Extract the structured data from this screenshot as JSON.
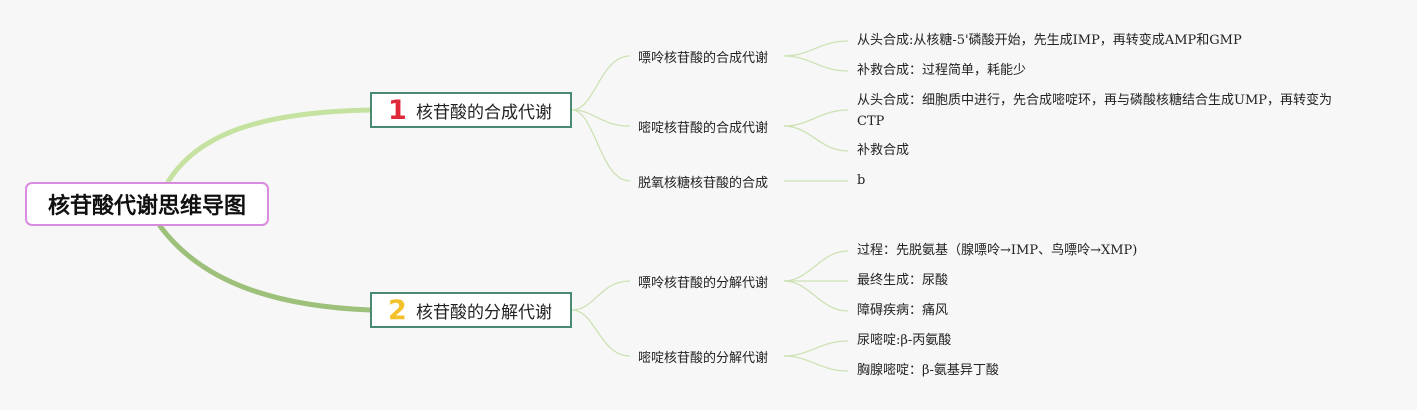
{
  "root": {
    "title": "核苷酸代谢思维导图"
  },
  "branches": [
    {
      "number": "1",
      "label": "核苷酸的合成代谢",
      "children": [
        {
          "label": "嘌呤核苷酸的合成代谢",
          "leaves": [
            "从头合成:从核糖-5'磷酸开始，先生成IMP，再转变成AMP和GMP",
            "补救合成：过程简单，耗能少"
          ]
        },
        {
          "label": "嘧啶核苷酸的合成代谢",
          "leaves": [
            "从头合成：细胞质中进行，先合成嘧啶环，再与磷酸核糖结合生成UMP，再转变为CTP",
            "补救合成"
          ]
        },
        {
          "label": "脱氧核糖核苷酸的合成",
          "leaves": [
            "b"
          ]
        }
      ]
    },
    {
      "number": "2",
      "label": "核苷酸的分解代谢",
      "children": [
        {
          "label": "嘌呤核苷酸的分解代谢",
          "leaves": [
            "过程：先脱氨基（腺嘌呤→IMP、鸟嘌呤→XMP)",
            "最终生成：尿酸",
            "障碍疾病：痛风"
          ]
        },
        {
          "label": "嘧啶核苷酸的分解代谢",
          "leaves": [
            "尿嘧啶:β-丙氨酸",
            "胸腺嘧啶：β-氨基异丁酸"
          ]
        }
      ]
    }
  ],
  "colors": {
    "root_border": "#d98be0",
    "branch_border": "#4b8a72",
    "link_upper": "#c6e2a0",
    "link_lower": "#9dc07a",
    "sub_link": "#cde2b4",
    "number_1": "#e0283a",
    "number_2": "#f2c12b"
  }
}
